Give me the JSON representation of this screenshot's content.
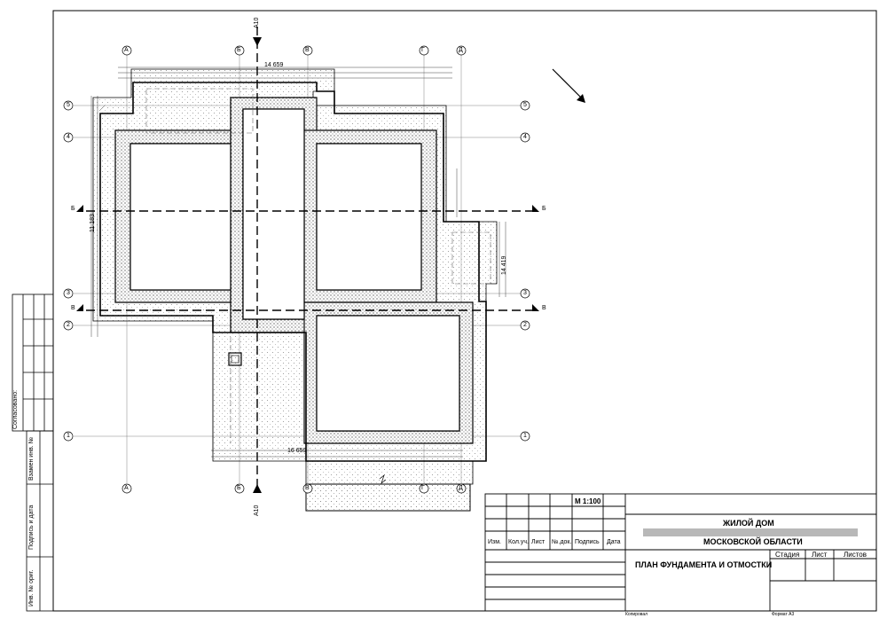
{
  "sheet": {
    "side_stamp": {
      "agreed": "Согласовано:",
      "replaced_inv": "Взамен инв. №",
      "sign_date": "Подпись и дата",
      "orig_inv": "Инв. № ориг."
    }
  },
  "axes": {
    "columns": [
      "А",
      "Б",
      "В",
      "Г",
      "Д"
    ],
    "rows": [
      "5",
      "4",
      "3",
      "2",
      "1"
    ]
  },
  "sections": {
    "a10_top": "А10",
    "a10_bottom": "А10",
    "b": "Б",
    "v": "В"
  },
  "dimensions": {
    "top_overall": "14 659",
    "bottom_overall": "16 659",
    "left_overall": "11 183",
    "right_ext": "14 419"
  },
  "title_block": {
    "scale": "М 1:100",
    "headers": [
      "Изм.",
      "Кол.уч.",
      "Лист",
      "№.док.",
      "Подпись",
      "Дата"
    ],
    "project": "ЖИЛОЙ ДОМ",
    "location": "МОСКОВСКОЙ ОБЛАСТИ",
    "stage": "Стадия",
    "sheet": "Лист",
    "sheets": "Листов",
    "drawing_title": "ПЛАН ФУНДАМЕНТА И ОТМОСТКИ",
    "copied": "Копировал",
    "format": "Формат  А3"
  },
  "colors": {
    "line": "#000000",
    "grey_band": "#b8b8b8",
    "dots": "#8a8a8a"
  }
}
